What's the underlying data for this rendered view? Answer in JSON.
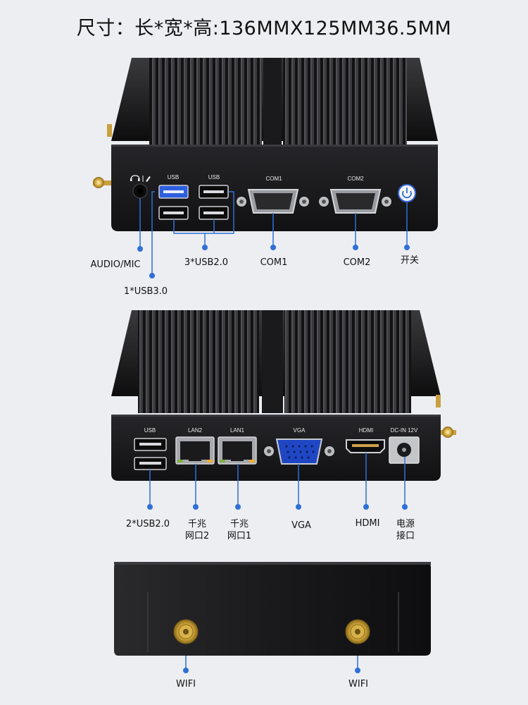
{
  "title": "尺寸：长*宽*高:136MMX125MM36.5MM",
  "colors": {
    "background": "#eceef2",
    "chassis": "#1c1c1e",
    "callout": "#2f6fd6",
    "vga": "#1f47c4",
    "usb3": "#2d5fe0"
  },
  "unit1": {
    "port_labels": {
      "usb_a": "USB",
      "usb_b": "USB",
      "com1": "COM1",
      "com2": "COM2"
    },
    "icons": [
      "headphone-icon",
      "microphone-icon",
      "power-icon",
      "antenna-connector-icon"
    ],
    "callouts": {
      "audio": "AUDIO/MIC",
      "usb3": "1*USB3.0",
      "usb2": "3*USB2.0",
      "com1": "COM1",
      "com2": "COM2",
      "power": "开关"
    }
  },
  "unit2": {
    "port_labels": {
      "usb": "USB",
      "lan2": "LAN2",
      "lan1": "LAN1",
      "vga": "VGA",
      "hdmi": "HDMI",
      "dc": "DC-IN 12V"
    },
    "callouts": {
      "usb": "2*USB2.0",
      "lan2_a": "千兆",
      "lan2_b": "网口2",
      "lan1_a": "千兆",
      "lan1_b": "网口1",
      "vga": "VGA",
      "hdmi": "HDMI",
      "dc_a": "电源",
      "dc_b": "接口"
    }
  },
  "unit3": {
    "callouts": {
      "wifi1": "WIFI",
      "wifi2": "WIFI"
    }
  }
}
